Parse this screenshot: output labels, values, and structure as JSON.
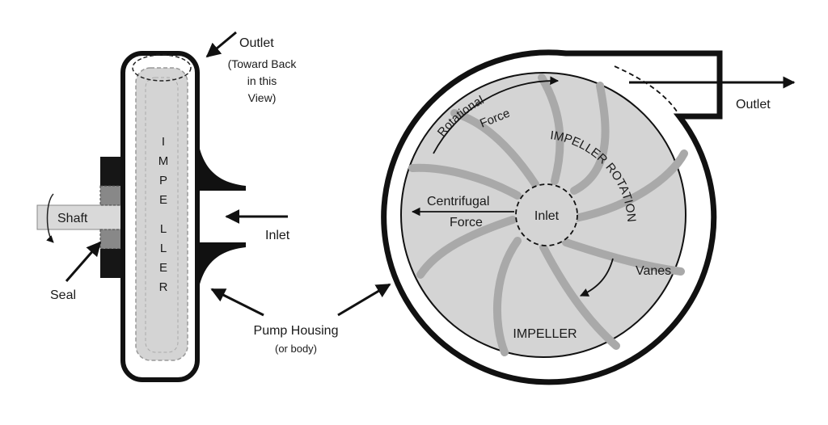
{
  "side_view": {
    "outlet_label": "Outlet",
    "outlet_note_lines": [
      "(Toward Back",
      "in this",
      "View)"
    ],
    "impeller_letters": [
      "I",
      "M",
      "P",
      "E",
      "L",
      "L",
      "E",
      "R"
    ],
    "shaft_label": "Shaft",
    "seal_label": "Seal",
    "inlet_label": "Inlet"
  },
  "housing": {
    "label": "Pump Housing",
    "note": "(or body)"
  },
  "front_view": {
    "outlet_label": "Outlet",
    "rotational_force_line1": "Rotational",
    "rotational_force_line2": "Force",
    "centrifugal_force_line1": "Centrifugal",
    "centrifugal_force_line2": "Force",
    "inlet_label": "Inlet",
    "impeller_rotation_label": "IMPELLER ROTATION",
    "vanes_label": "Vanes",
    "impeller_label": "IMPELLER"
  },
  "colors": {
    "ink": "#111111",
    "impeller_fill": "#d4d4d4",
    "vane_fill": "#a9a9a9",
    "background": "#ffffff"
  }
}
